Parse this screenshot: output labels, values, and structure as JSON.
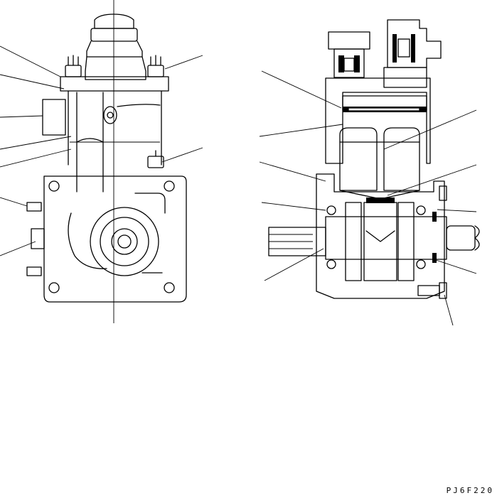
{
  "drawing": {
    "code": "PJ6F220",
    "views": [
      "exterior-half-section",
      "longitudinal-section"
    ]
  }
}
